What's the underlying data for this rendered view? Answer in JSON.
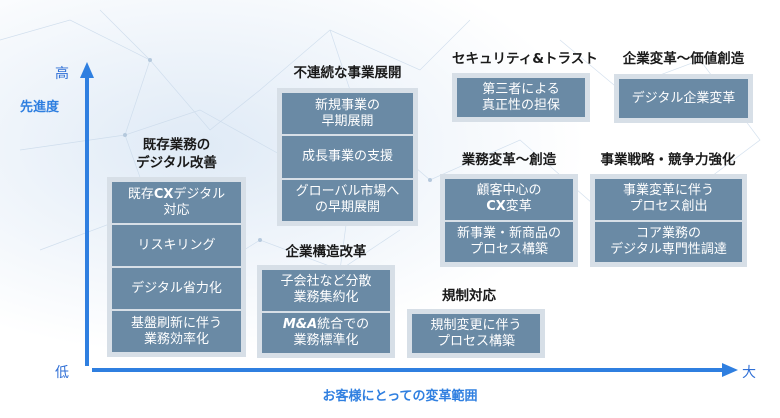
{
  "axes": {
    "y_high": "高",
    "y_low": "低",
    "y_title": "先進度",
    "x_high": "大",
    "x_title": "お客様にとっての変革範囲",
    "color": "#2f7fe0"
  },
  "groups": {
    "existing": {
      "title_l1": "既存業務の",
      "title_l2": "デジタル改善",
      "cells": [
        {
          "l1a": "既存",
          "l1b": "CX",
          "l1c": "デジタル",
          "l2": "対応"
        },
        {
          "l1": "リスキリング"
        },
        {
          "l1": "デジタル省力化"
        },
        {
          "l1": "基盤刷新に伴う",
          "l2": "業務効率化"
        }
      ]
    },
    "discontinuous": {
      "title": "不連続な事業展開",
      "cells": [
        {
          "l1": "新規事業の",
          "l2": "早期展開"
        },
        {
          "l1": "成長事業の支援"
        },
        {
          "l1": "グローバル市場へ",
          "l2": "の早期展開"
        }
      ]
    },
    "structure": {
      "title": "企業構造改革",
      "cells": [
        {
          "l1": "子会社など分散",
          "l2": "業務集約化"
        },
        {
          "l1a": "M&A",
          "l1b": "統合での",
          "l2": "業務標準化"
        }
      ]
    },
    "regulation": {
      "title": "規制対応",
      "cells": [
        {
          "l1": "規制変更に伴う",
          "l2": "プロセス構築"
        }
      ]
    },
    "security": {
      "title": "セキュリティ&トラスト",
      "cells": [
        {
          "l1": "第三者による",
          "l2": "真正性の担保"
        }
      ]
    },
    "enterprise": {
      "title": "企業変革〜価値創造",
      "cells": [
        {
          "l1": "デジタル企業変革"
        }
      ]
    },
    "operations": {
      "title": "業務変革〜創造",
      "cells": [
        {
          "l1": "顧客中心の",
          "l2a": "CX",
          "l2b": "変革"
        },
        {
          "l1": "新事業・新商品の",
          "l2": "プロセス構築"
        }
      ]
    },
    "strategy": {
      "title": "事業戦略・競争力強化",
      "cells": [
        {
          "l1": "事業変革に伴う",
          "l2": "プロセス創出"
        },
        {
          "l1": "コア業務の",
          "l2": "デジタル専門性調達"
        }
      ]
    }
  }
}
